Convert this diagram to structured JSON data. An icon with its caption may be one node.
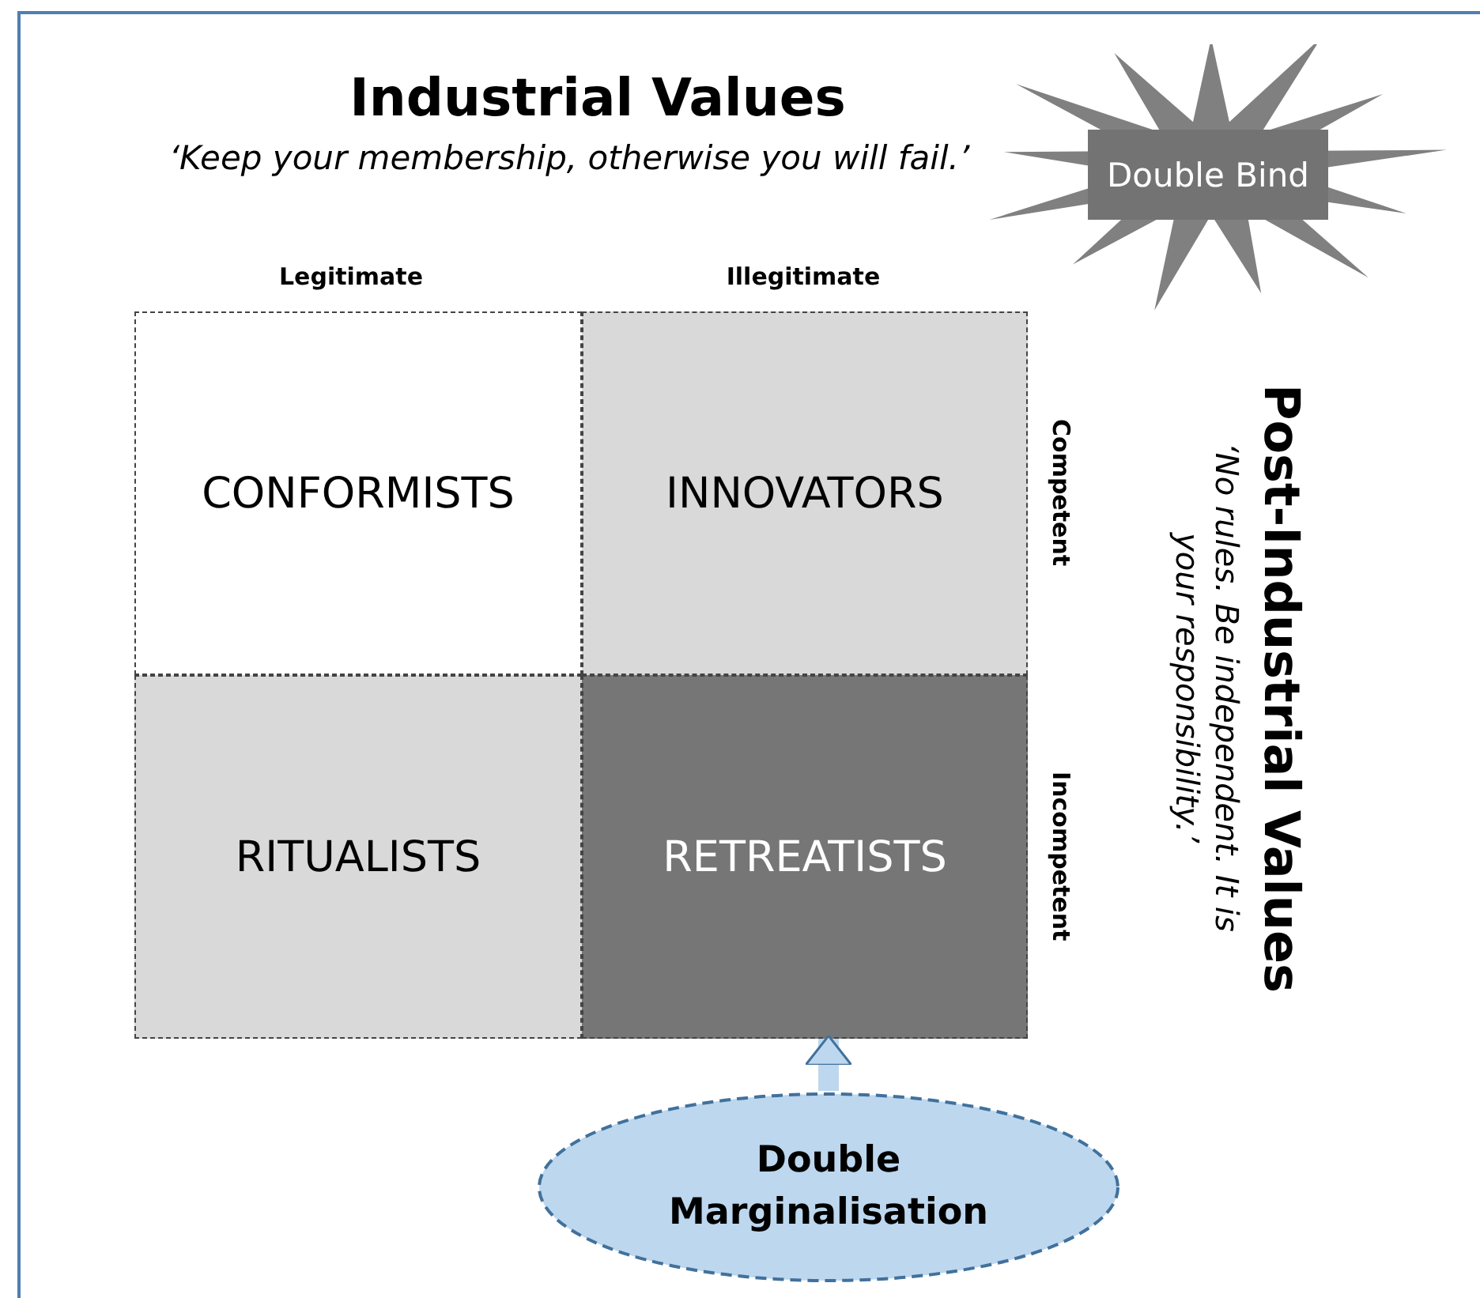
{
  "diagram": {
    "title": "Industrial Values",
    "nodes": [
      {
        "text": [
          "Double Bind"
        ]
      },
      {
        "text": [
          "CONFORMISTS"
        ]
      },
      {
        "text": [
          "INNOVATORS"
        ]
      },
      {
        "text": [
          "RITUALISTS"
        ]
      },
      {
        "text": [
          "RETREATISTS"
        ]
      },
      {
        "text": [
          "Double Marginalisation"
        ]
      }
    ],
    "edges": [
      {
        "from": 5,
        "to": 4,
        "arrow": "to"
      }
    ],
    "labels": [
      "‘Keep your membership, otherwise you will fail.’",
      "Legitimate",
      "Illegitimate",
      "Competent",
      "Incompetent",
      "Post-Industrial Values",
      "‘No rules. Be independent. It is your responsibility.’"
    ]
  }
}
